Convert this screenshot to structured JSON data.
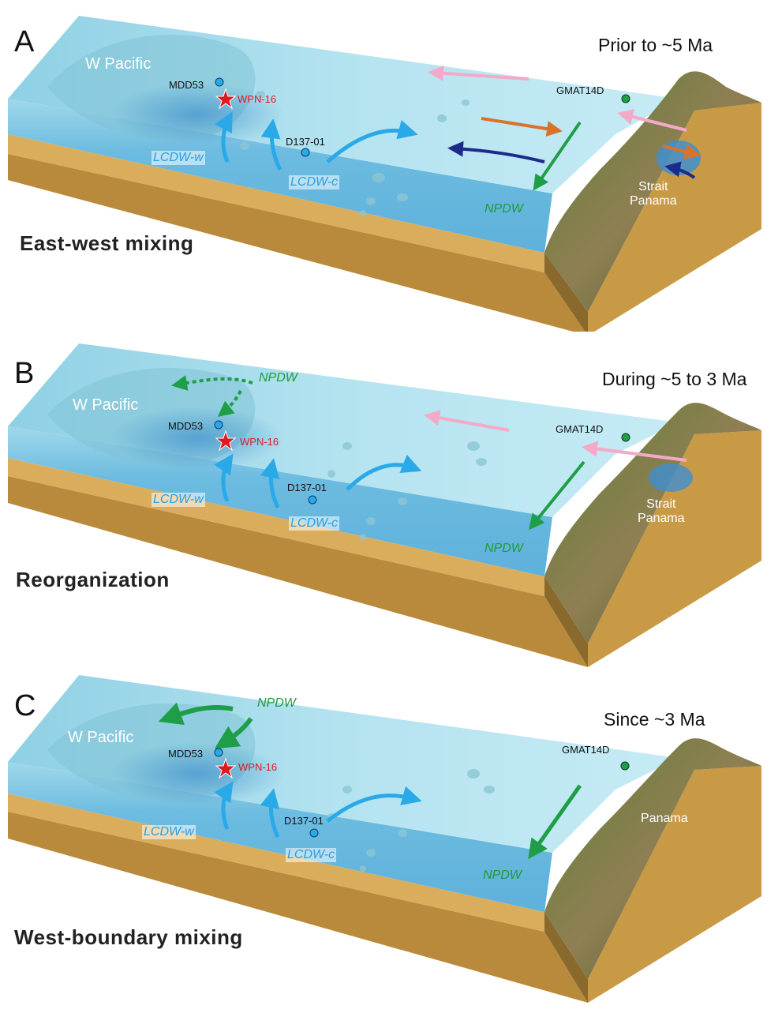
{
  "colors": {
    "ocean_surface": "#a6dcec",
    "ocean_deep": "#6ab8dc",
    "sediment": "#d9ad5c",
    "sediment_dark": "#b98a3c",
    "land_green": "#4e6e33",
    "lcdw_arrow": "#29a9e8",
    "npdw_arrow": "#1e9e46",
    "pink_flow": "#f4a9c8",
    "orange_flow": "#d9722a",
    "navy_flow": "#1d2a8a",
    "site_star": "#e0191f"
  },
  "panels": [
    {
      "letter": "A",
      "period": "Prior to ~5 Ma",
      "caption": "East-west mixing",
      "region": "W Pacific",
      "stations": {
        "mdd": "MDD53",
        "wpn": "WPN-16",
        "d137": "D137-01",
        "gmat": "GMAT14D"
      },
      "water_masses": {
        "lcdw_w": "LCDW-w",
        "lcdw_c": "LCDW-c",
        "npdw": "NPDW"
      },
      "land_label_line1": "Strait",
      "land_label_line2": "Panama"
    },
    {
      "letter": "B",
      "period": "During ~5 to 3 Ma",
      "caption": "Reorganization",
      "region": "W Pacific",
      "stations": {
        "mdd": "MDD53",
        "wpn": "WPN-16",
        "d137": "D137-01",
        "gmat": "GMAT14D"
      },
      "water_masses": {
        "lcdw_w": "LCDW-w",
        "lcdw_c": "LCDW-c",
        "npdw": "NPDW",
        "npdw_top": "NPDW"
      },
      "land_label_line1": "Strait",
      "land_label_line2": "Panama"
    },
    {
      "letter": "C",
      "period": "Since ~3 Ma",
      "caption": "West-boundary mixing",
      "region": "W Pacific",
      "stations": {
        "mdd": "MDD53",
        "wpn": "WPN-16",
        "d137": "D137-01",
        "gmat": "GMAT14D"
      },
      "water_masses": {
        "lcdw_w": "LCDW-w",
        "lcdw_c": "LCDW-c",
        "npdw": "NPDW",
        "npdw_top": "NPDW"
      },
      "land_label_line1": "Panama"
    }
  ]
}
